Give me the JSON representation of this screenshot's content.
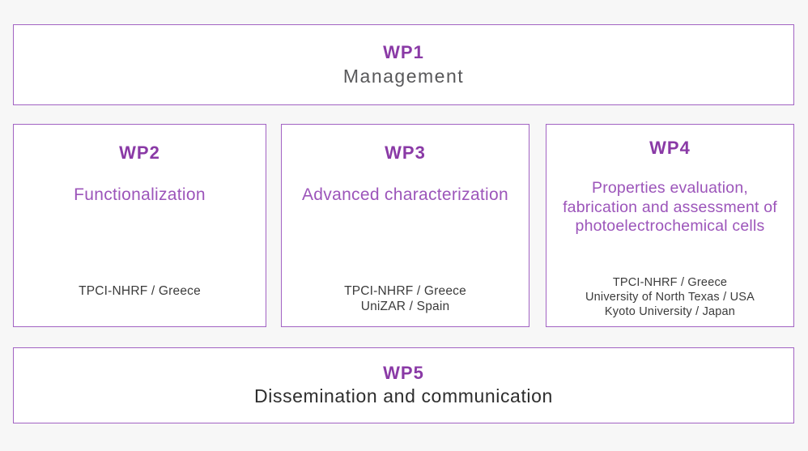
{
  "page": {
    "background_color": "#f7f7f7",
    "box_background_color": "#ffffff",
    "border_color": "#a263c3",
    "title_color": "#8a3aa6",
    "description_color": "#9c55ba",
    "partner_text_color": "#3b3b3b"
  },
  "work_packages": [
    {
      "id": "wp1",
      "title": "WP1",
      "subtitle": "Management",
      "partners": []
    },
    {
      "id": "wp2",
      "title": "WP2",
      "description": "Functionalization",
      "partners": [
        "TPCI-NHRF / Greece"
      ]
    },
    {
      "id": "wp3",
      "title": "WP3",
      "description": "Advanced characterization",
      "partners": [
        "TPCI-NHRF / Greece",
        "UniZAR / Spain"
      ]
    },
    {
      "id": "wp4",
      "title": "WP4",
      "description": "Properties evaluation, fabrication and assessment of photoelectrochemical cells",
      "partners": [
        "TPCI-NHRF / Greece",
        "University of North Texas / USA",
        "Kyoto University / Japan"
      ]
    },
    {
      "id": "wp5",
      "title": "WP5",
      "subtitle": "Dissemination and communication",
      "partners": []
    }
  ]
}
